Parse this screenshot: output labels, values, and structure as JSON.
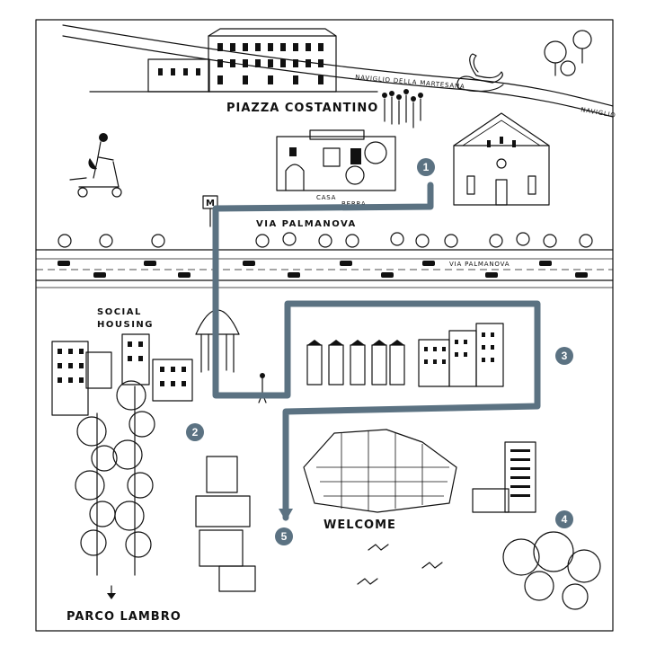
{
  "labels": {
    "piazza": "PIAZZA COSTANTINO",
    "naviglio": "NAVIGLIO DELLA MARTESANA",
    "naviglio_short": "NAVIGLIO",
    "via_palmanova": "VIA PALMANOVA",
    "via_palmanova_small": "VIA PALMANOVA",
    "casa": "CASA",
    "berra": "BERRA",
    "social_housing_1": "SOCIAL",
    "social_housing_2": "HOUSING",
    "welcome": "WELCOME",
    "parco_lambro": "PARCO LAMBRO",
    "metro": "M"
  },
  "markers": [
    "1",
    "2",
    "3",
    "4",
    "5"
  ],
  "colors": {
    "route": "#5b7282",
    "ink": "#111111",
    "paper": "#ffffff"
  },
  "icons": [
    "metro-sign-icon",
    "swan-icon",
    "scooter-rider-icon",
    "arrow-down-icon",
    "birds-icon"
  ]
}
